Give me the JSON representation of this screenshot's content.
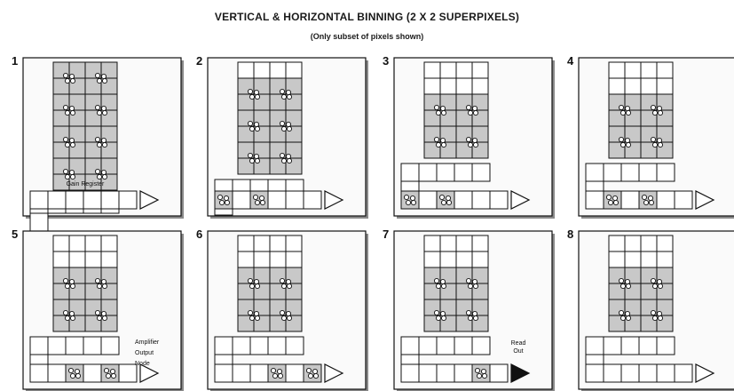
{
  "title": "VERTICAL & HORIZONTAL BINNING (2 X 2 SUPERPIXELS)",
  "subtitle": "(Only subset of pixels shown)",
  "labels": {
    "gain_register": "Gain Register",
    "amplifier": "Amplifier",
    "output": "Output",
    "node": "Node",
    "read": "Read",
    "out": "Out"
  },
  "panels": [
    {
      "number": "1",
      "pixel_rows": 8,
      "filled_from": 0,
      "serial_bins": [],
      "output_filled": false
    },
    {
      "number": "2",
      "pixel_rows": 7,
      "filled_from": 1,
      "serial_bins": [
        0,
        2
      ],
      "output_filled": false
    },
    {
      "number": "3",
      "pixel_rows": 6,
      "filled_from": 2,
      "serial_bins": [
        0,
        2
      ],
      "output_filled": false
    },
    {
      "number": "4",
      "pixel_rows": 6,
      "filled_from": 2,
      "serial_bins": [
        1,
        3
      ],
      "output_filled": false
    },
    {
      "number": "5",
      "pixel_rows": 6,
      "filled_from": 2,
      "serial_bins": [
        2,
        4
      ],
      "output_filled": false
    },
    {
      "number": "6",
      "pixel_rows": 6,
      "filled_from": 2,
      "serial_bins": [
        3,
        5
      ],
      "output_filled": false
    },
    {
      "number": "7",
      "pixel_rows": 6,
      "filled_from": 2,
      "serial_bins": [
        4
      ],
      "output_filled": true
    },
    {
      "number": "8",
      "pixel_rows": 6,
      "filled_from": 2,
      "serial_bins": [],
      "output_filled": false
    }
  ],
  "colors": {
    "pixel_fill": "#c8c8c8",
    "empty_fill": "#ffffff",
    "line": "#111111",
    "shadow": "#8a8a8a"
  }
}
